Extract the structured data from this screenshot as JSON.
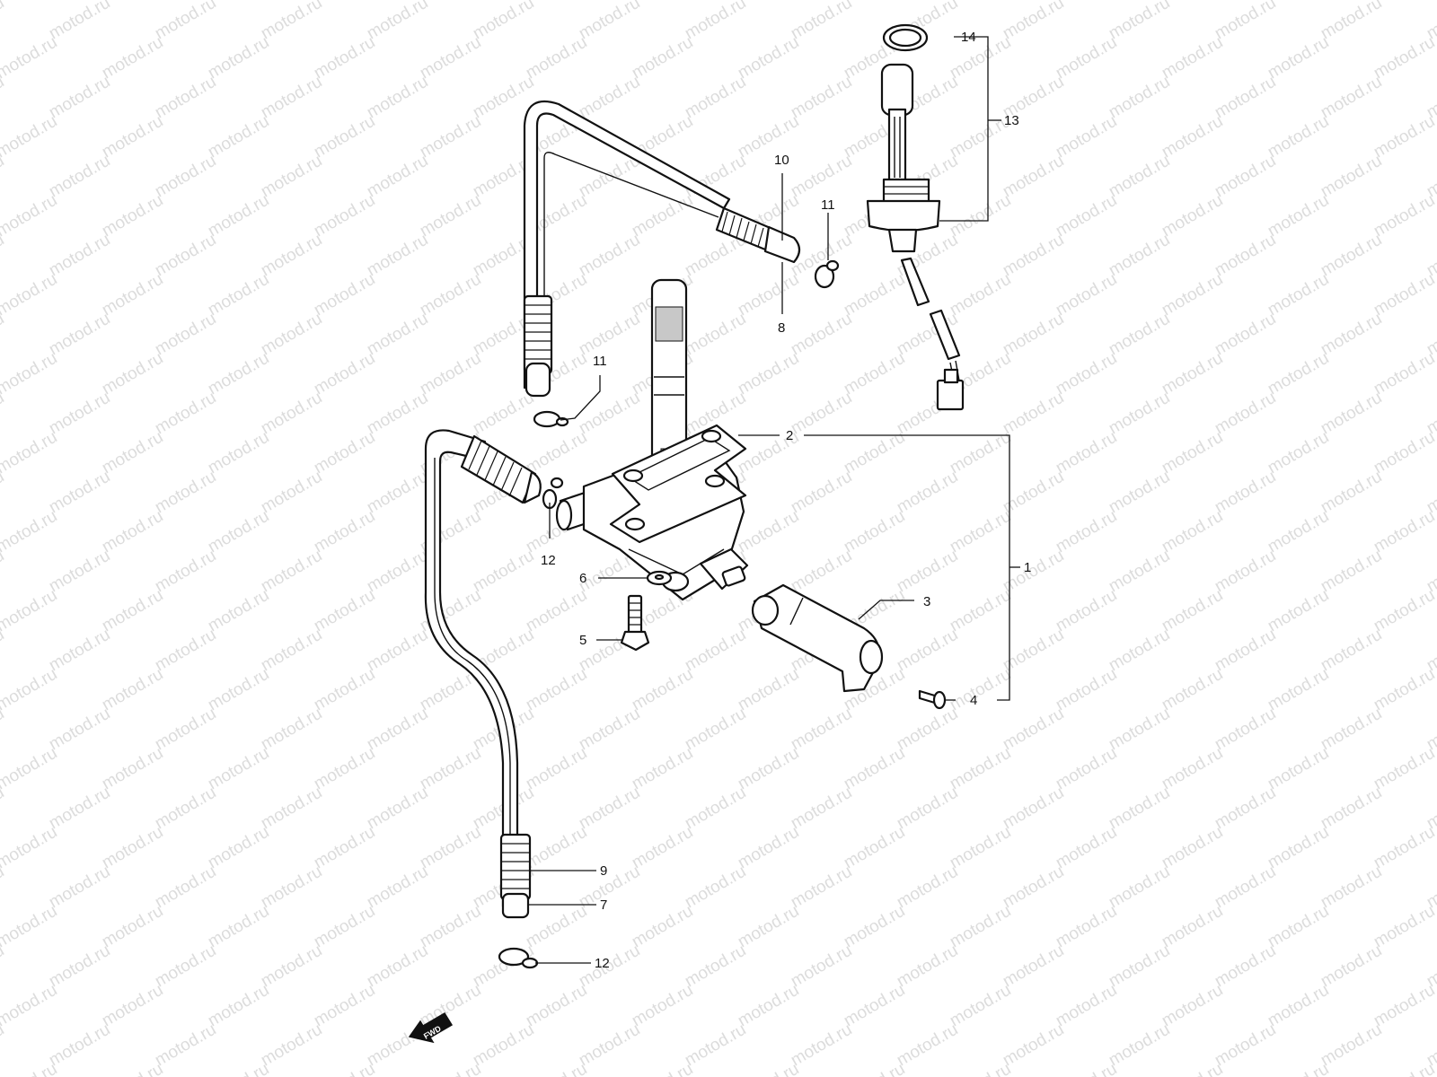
{
  "watermark": "motod.ru",
  "fwd_label": "FWD",
  "callouts": [
    {
      "id": "1",
      "label": "1"
    },
    {
      "id": "2",
      "label": "2"
    },
    {
      "id": "3",
      "label": "3"
    },
    {
      "id": "4",
      "label": "4"
    },
    {
      "id": "5",
      "label": "5"
    },
    {
      "id": "6",
      "label": "6"
    },
    {
      "id": "7",
      "label": "7"
    },
    {
      "id": "8",
      "label": "8"
    },
    {
      "id": "9",
      "label": "9"
    },
    {
      "id": "10",
      "label": "10"
    },
    {
      "id": "11a",
      "label": "11"
    },
    {
      "id": "11b",
      "label": "11"
    },
    {
      "id": "12a",
      "label": "12"
    },
    {
      "id": "12b",
      "label": "12"
    },
    {
      "id": "13",
      "label": "13"
    },
    {
      "id": "14",
      "label": "14"
    }
  ]
}
